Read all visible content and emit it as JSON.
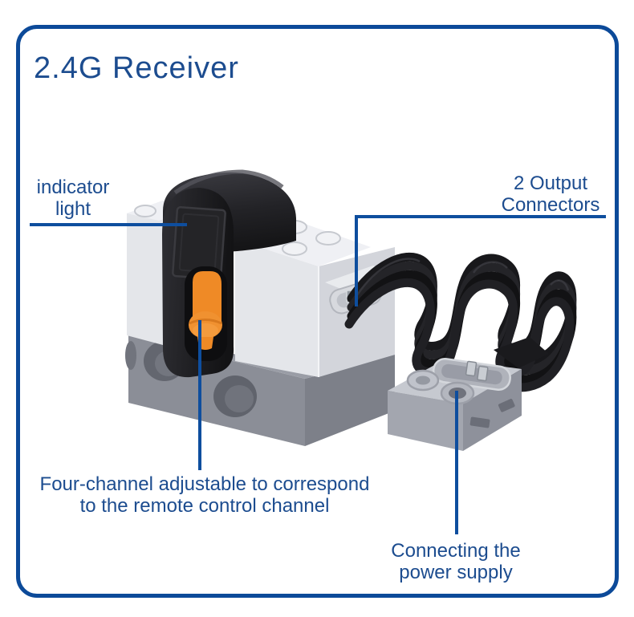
{
  "title": {
    "text": "2.4G Receiver"
  },
  "callouts": {
    "indicator_light": {
      "line1": "indicator",
      "line2": "light"
    },
    "output_connectors": {
      "line1": "2 Output",
      "line2": "Connectors"
    },
    "four_channel": {
      "line1": "Four-channel adjustable to correspond",
      "line2": "to the remote control channel"
    },
    "power_supply": {
      "line1": "Connecting the",
      "line2": "power supply"
    }
  },
  "colors": {
    "frame_border": "#0c4a99",
    "callout_line": "#0e4e9e",
    "label_text": "#1c4c8f",
    "plastic_light": "#e4e6ea",
    "plastic_top": "#eff0f4",
    "plastic_mid": "#d3d5db",
    "base_gray": "#8b8e97",
    "base_dark": "#7d8089",
    "housing_black": "#1e1e21",
    "switch_orange": "#ef8a26",
    "cable_black": "#1b1b1e",
    "connector_gray": "#a3a6af",
    "metal_silver": "#c9cdd3"
  }
}
